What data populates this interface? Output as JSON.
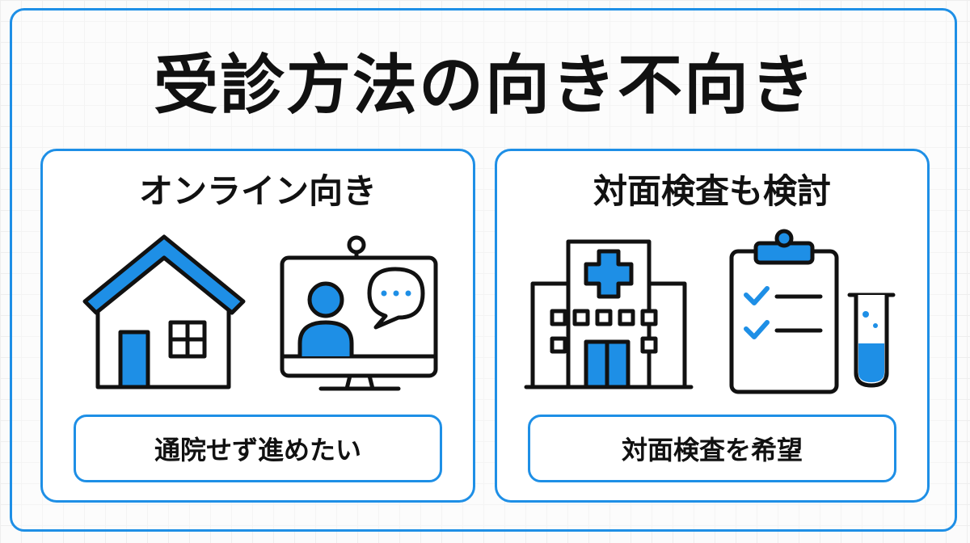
{
  "title": "受診方法の向き不向き",
  "colors": {
    "accent": "#1e8fe6",
    "stroke": "#111111",
    "background": "#ffffff"
  },
  "panels": [
    {
      "heading": "オンライン向き",
      "caption": "通院せず進めたい",
      "icons": [
        "house-icon",
        "video-call-monitor-icon",
        "chat-bubble-icon"
      ]
    },
    {
      "heading": "対面検査も検討",
      "caption": "対面検査を希望",
      "icons": [
        "hospital-icon",
        "clipboard-checklist-icon",
        "test-tube-icon"
      ]
    }
  ]
}
